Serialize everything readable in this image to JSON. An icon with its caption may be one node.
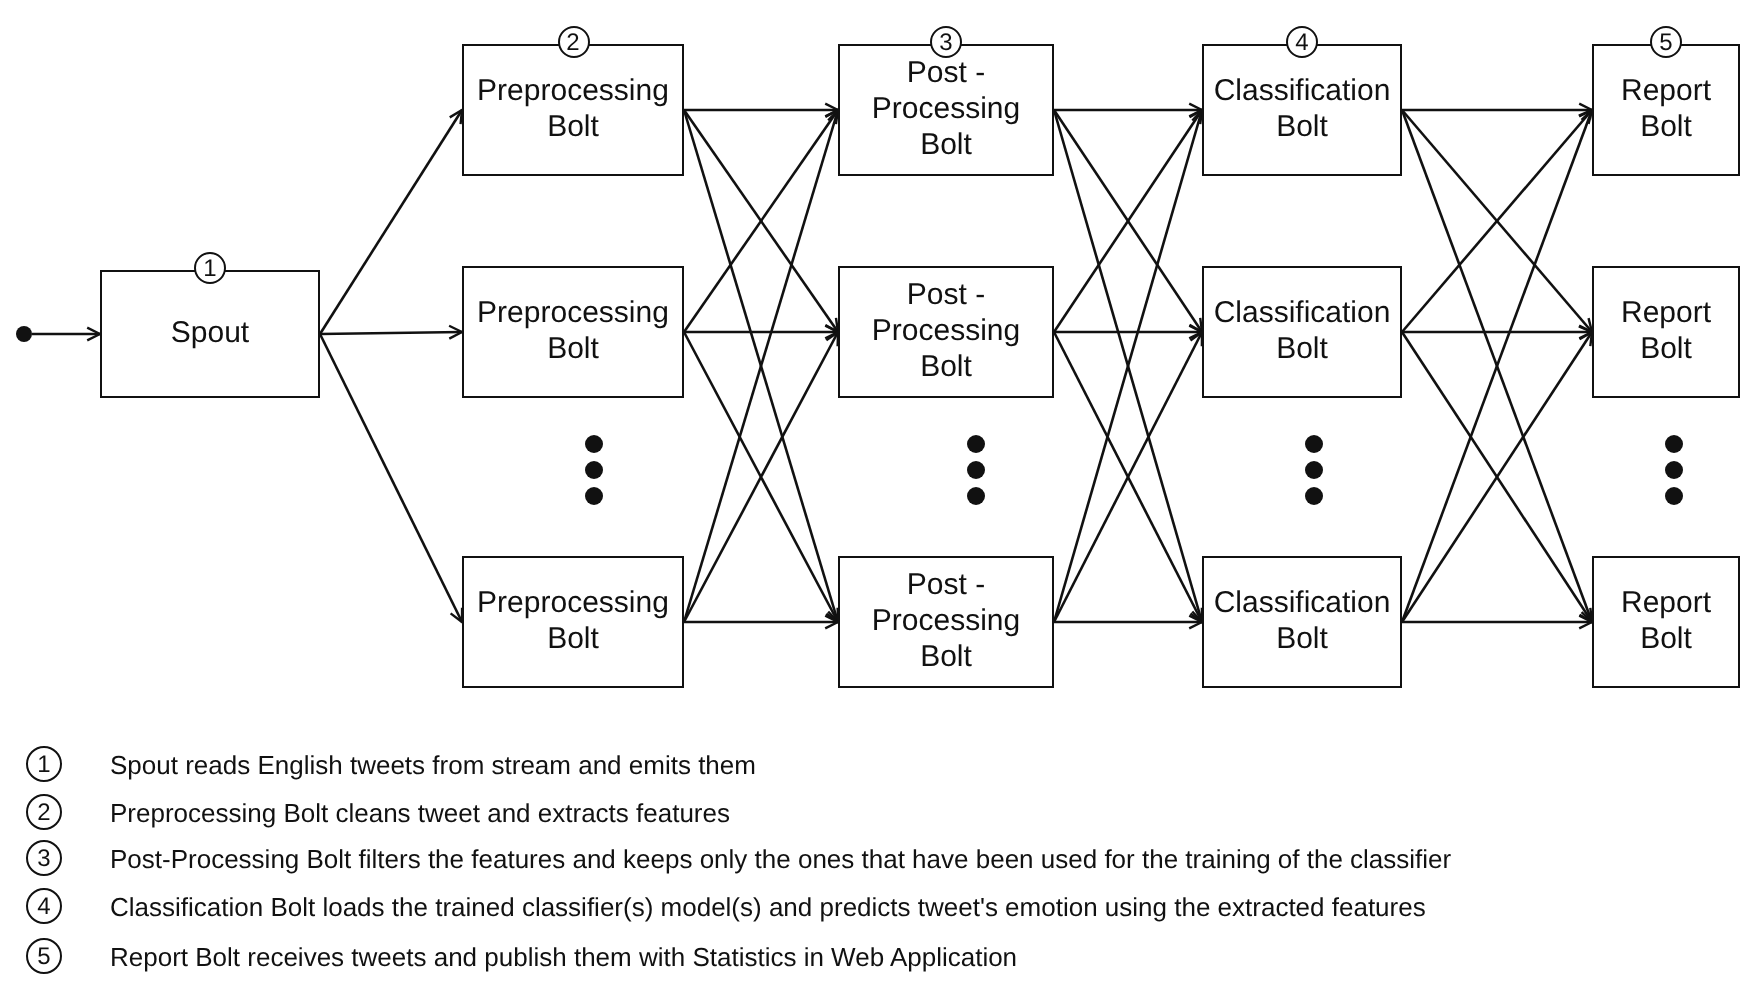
{
  "diagram": {
    "nodes": [
      {
        "text": [],
        "shape": "circle"
      },
      {
        "text": [
          "Spout"
        ],
        "beside": [
          "1"
        ]
      },
      {
        "text": [
          "Preprocessing Bolt"
        ],
        "beside": [
          "2"
        ]
      },
      {
        "text": [
          "Preprocessing Bolt"
        ]
      },
      {
        "text": [
          "Preprocessing Bolt"
        ]
      },
      {
        "text": [
          "Post - Processing Bolt"
        ],
        "beside": [
          "3"
        ]
      },
      {
        "text": [
          "Post - Processing Bolt"
        ]
      },
      {
        "text": [
          "Post - Processing Bolt"
        ]
      },
      {
        "text": [
          "Classification Bolt"
        ],
        "beside": [
          "4"
        ]
      },
      {
        "text": [
          "Classification Bolt"
        ]
      },
      {
        "text": [
          "Classification Bolt"
        ]
      },
      {
        "text": [
          "Report Bolt"
        ],
        "beside": [
          "5"
        ]
      },
      {
        "text": [
          "Report Bolt"
        ]
      },
      {
        "text": [
          "Report Bolt"
        ]
      }
    ],
    "edges": [
      {
        "from": 0,
        "to": 1,
        "arrow": "to"
      },
      {
        "from": 1,
        "to": 2,
        "arrow": "to"
      },
      {
        "from": 1,
        "to": 3,
        "arrow": "to"
      },
      {
        "from": 1,
        "to": 4,
        "arrow": "to"
      },
      {
        "from": 2,
        "to": 5,
        "arrow": "to"
      },
      {
        "from": 2,
        "to": 6,
        "arrow": "to"
      },
      {
        "from": 2,
        "to": 7,
        "arrow": "to"
      },
      {
        "from": 3,
        "to": 5,
        "arrow": "to"
      },
      {
        "from": 3,
        "to": 6,
        "arrow": "to"
      },
      {
        "from": 3,
        "to": 7,
        "arrow": "to"
      },
      {
        "from": 4,
        "to": 5,
        "arrow": "to"
      },
      {
        "from": 4,
        "to": 6,
        "arrow": "to"
      },
      {
        "from": 4,
        "to": 7,
        "arrow": "to"
      },
      {
        "from": 5,
        "to": 8,
        "arrow": "to"
      },
      {
        "from": 5,
        "to": 9,
        "arrow": "to"
      },
      {
        "from": 5,
        "to": 10,
        "arrow": "to"
      },
      {
        "from": 6,
        "to": 8,
        "arrow": "to"
      },
      {
        "from": 6,
        "to": 9,
        "arrow": "to"
      },
      {
        "from": 6,
        "to": 10,
        "arrow": "to"
      },
      {
        "from": 7,
        "to": 8,
        "arrow": "to"
      },
      {
        "from": 7,
        "to": 9,
        "arrow": "to"
      },
      {
        "from": 7,
        "to": 10,
        "arrow": "to"
      },
      {
        "from": 8,
        "to": 11,
        "arrow": "to"
      },
      {
        "from": 8,
        "to": 12,
        "arrow": "to"
      },
      {
        "from": 8,
        "to": 13,
        "arrow": "to"
      },
      {
        "from": 9,
        "to": 11,
        "arrow": "to"
      },
      {
        "from": 9,
        "to": 12,
        "arrow": "to"
      },
      {
        "from": 9,
        "to": 13,
        "arrow": "to"
      },
      {
        "from": 10,
        "to": 11,
        "arrow": "to"
      },
      {
        "from": 10,
        "to": 12,
        "arrow": "to"
      },
      {
        "from": 10,
        "to": 13,
        "arrow": "to"
      }
    ],
    "labels": [
      "1",
      "Spout reads English tweets from stream and emits them",
      "2",
      "Preprocessing Bolt cleans tweet and extracts features",
      "3",
      "Post-Processing Bolt filters the features and keeps only the ones that have been used for the training of the classifier",
      "4",
      "Classification Bolt loads the trained classifier(s) model(s) and predicts tweet's emotion using the extracted features",
      "5",
      "Report Bolt receives tweets and publish them with Statistics in Web Application"
    ]
  }
}
